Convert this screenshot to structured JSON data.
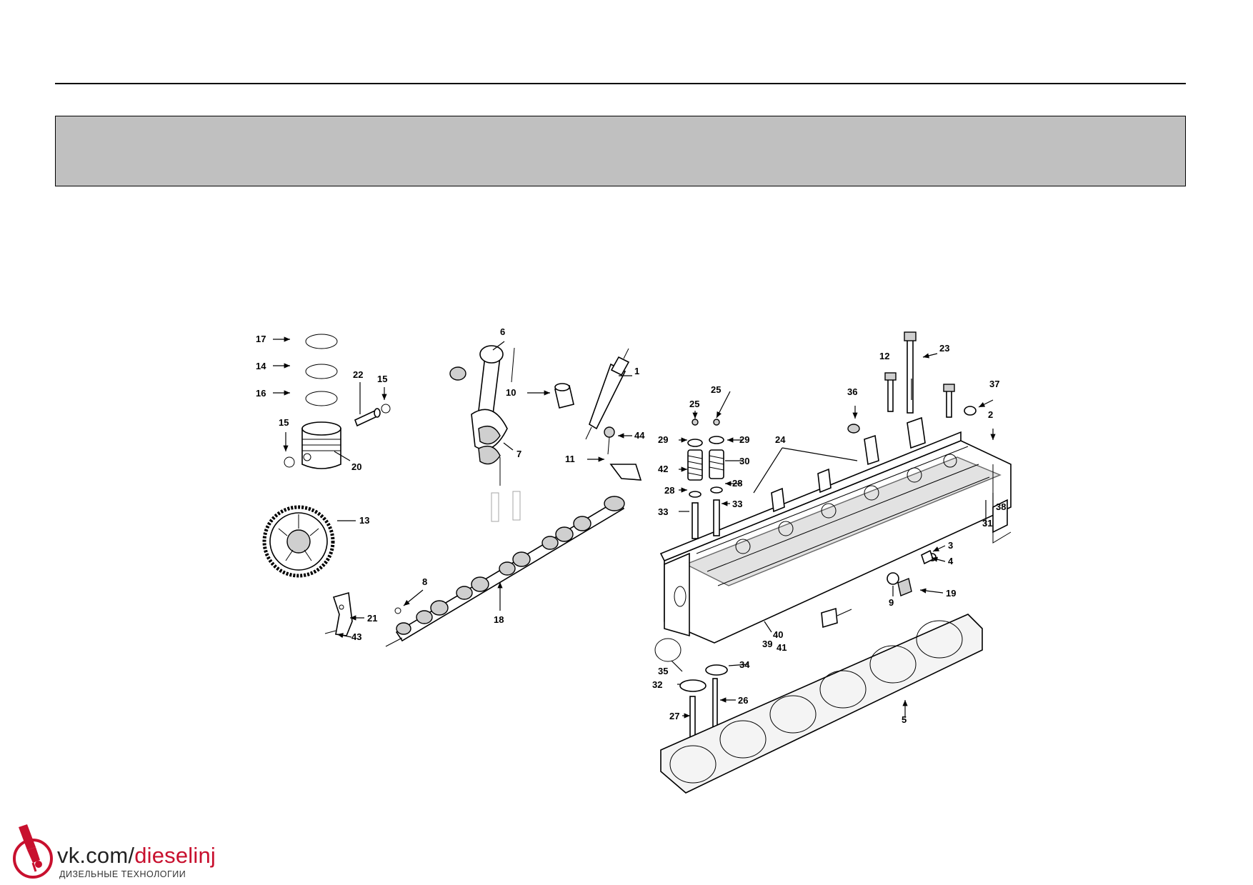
{
  "diagram": {
    "callouts": [
      "1",
      "2",
      "3",
      "4",
      "5",
      "6",
      "7",
      "8",
      "9",
      "10",
      "11",
      "12",
      "13",
      "14",
      "15",
      "15",
      "16",
      "17",
      "18",
      "19",
      "20",
      "21",
      "22",
      "23",
      "24",
      "25",
      "25",
      "26",
      "27",
      "28",
      "28",
      "29",
      "29",
      "30",
      "31",
      "32",
      "33",
      "33",
      "34",
      "35",
      "36",
      "37",
      "38",
      "39",
      "40",
      "41",
      "42",
      "43",
      "44"
    ]
  },
  "watermark": {
    "site_prefix": "vk.com/",
    "site_name": "dieselinj",
    "tagline": "ДИЗЕЛЬНЫЕ ТЕХНОЛОГИИ",
    "accent_color": "#c8102e",
    "icon": "injector-logo-icon"
  }
}
